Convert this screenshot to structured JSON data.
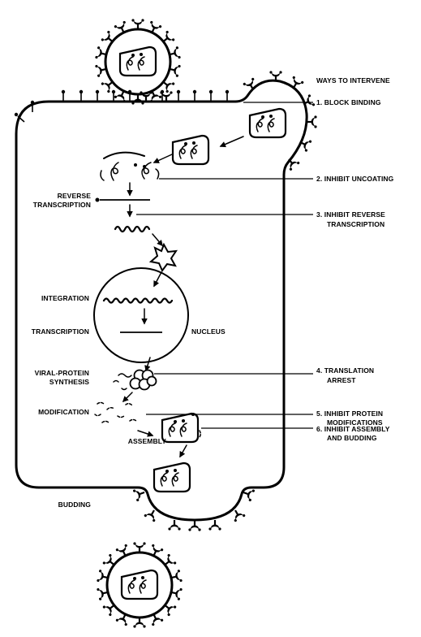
{
  "header": "WAYS TO INTERVENE",
  "interventions": [
    {
      "number": "1.",
      "text": [
        "BLOCK BINDING"
      ]
    },
    {
      "number": "2.",
      "text": [
        "INHIBIT UNCOATING"
      ]
    },
    {
      "number": "3.",
      "text": [
        "INHIBIT REVERSE",
        "TRANSCRIPTION"
      ]
    },
    {
      "number": "4.",
      "text": [
        "TRANSLATION",
        "ARREST"
      ]
    },
    {
      "number": "5.",
      "text": [
        "INHIBIT PROTEIN",
        "MODIFICATIONS"
      ]
    },
    {
      "number": "6.",
      "text": [
        "INHIBIT ASSEMBLY",
        "AND BUDDING"
      ]
    }
  ],
  "stages": {
    "reverse_transcription": [
      "REVERSE",
      "TRANSCRIPTION"
    ],
    "integration": "INTEGRATION",
    "transcription": "TRANSCRIPTION",
    "nucleus": "NUCLEUS",
    "viral_protein_synthesis": [
      "VIRAL-PROTEIN",
      "SYNTHESIS"
    ],
    "modification": "MODIFICATION",
    "assembly": "ASSEMBLY",
    "budding": "BUDDING"
  },
  "ink_color": "#000000"
}
